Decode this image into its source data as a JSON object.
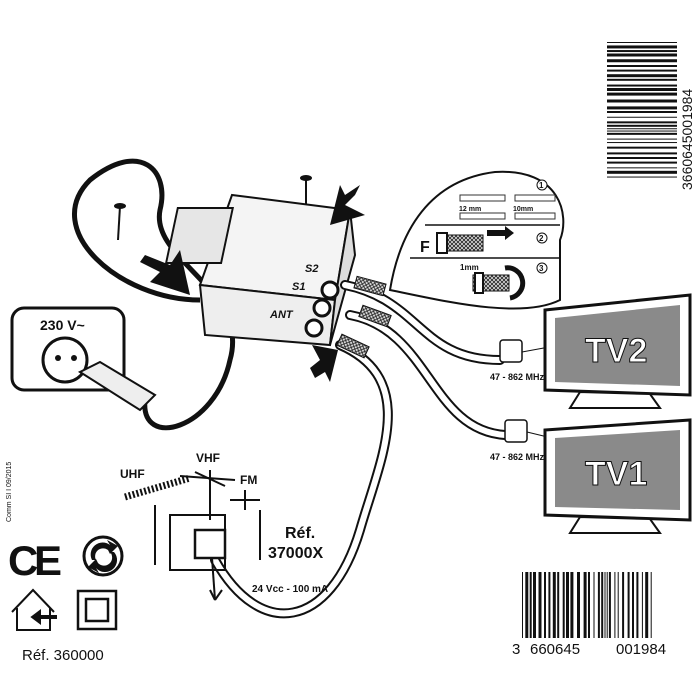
{
  "outlet": {
    "voltage": "230 V~"
  },
  "amplifier": {
    "port_s2": "S2",
    "port_s1": "S1",
    "port_ant": "ANT"
  },
  "cable_guide": {
    "steps": [
      "1",
      "2",
      "3"
    ],
    "strip_length_1": "12 mm",
    "strip_length_2": "10mm",
    "connector_label": "F",
    "gap_label": "1mm"
  },
  "tvs": [
    {
      "label": "TV2",
      "frequency": "47 - 862 MHz"
    },
    {
      "label": "TV1",
      "frequency": "47 - 862 MHz"
    }
  ],
  "antenna": {
    "uhf": "UHF",
    "vhf": "VHF",
    "fm": "FM",
    "ref_label": "Réf.",
    "ref_code": "37000X",
    "power": "24 Vcc - 100 mA"
  },
  "footer": {
    "print_code": "Comm SI I 09/2015",
    "product_ref": "Réf. 360000"
  },
  "barcode": {
    "digits_first": "3",
    "digits_left": "660645",
    "digits_right": "001984",
    "full": "3660645001984"
  },
  "colors": {
    "ink": "#111111",
    "screen_gray": "#8a8a8a",
    "housing": "#f4f4f4"
  }
}
